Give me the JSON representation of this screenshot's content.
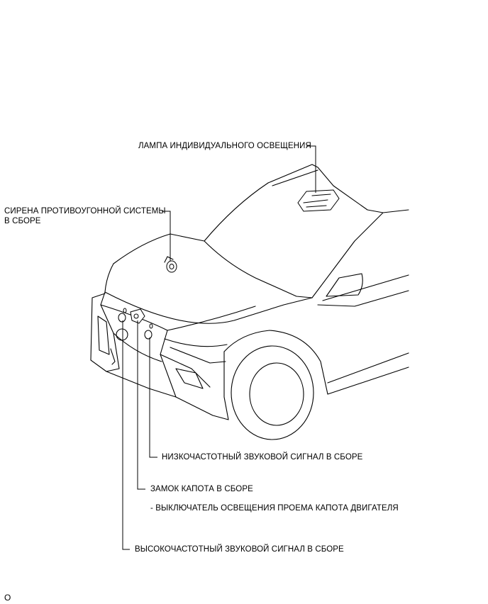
{
  "labels": {
    "room_lamp": "ЛАМПА ИНДИВИДУАЛЬНОГО ОСВЕЩЕНИЯ",
    "siren_line1": "СИРЕНА ПРОТИВОУГОННОЙ СИСТЕМЫ",
    "siren_line2": "В СБОРЕ",
    "low_horn": "НИЗКОЧАСТОТНЫЙ ЗВУКОВОЙ СИГНАЛ В СБОРЕ",
    "hood_lock": "ЗАМОК КАПОТА В СБОРЕ",
    "hood_switch": "- ВЫКЛЮЧАТЕЛЬ ОСВЕЩЕНИЯ ПРОЕМА КАПОТА ДВИГАТЕЛЯ",
    "high_horn": "ВЫСОКОЧАСТОТНЫЙ ЗВУКОВОЙ СИГНАЛ В СБОРЕ"
  },
  "page_number": "O"
}
